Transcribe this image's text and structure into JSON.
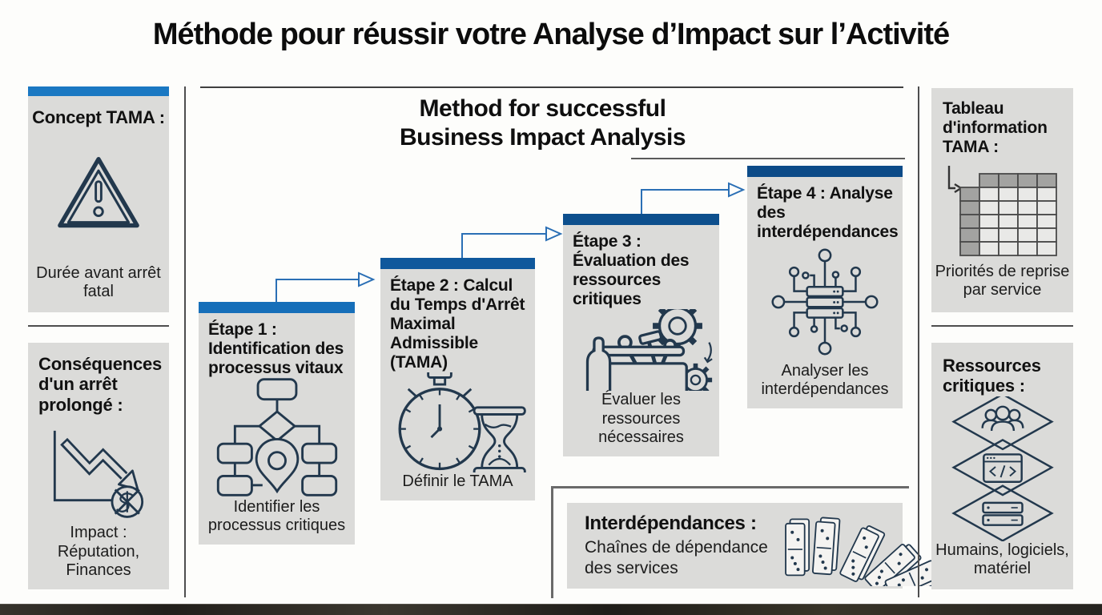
{
  "title": "Méthode pour réussir votre Analyse d’Impact sur l’Activité",
  "colors": {
    "background": "#fdfdfb",
    "panel_gray": "#dbdbd9",
    "accent_bar_blue": "#1a78c2",
    "step1_bar_blue": "#166fb9",
    "step2_bar_blue": "#0f589c",
    "step3_bar_blue": "#0d4f8d",
    "step4_bar_blue": "#0c4b88",
    "arrow_blue": "#2a6fb5",
    "icon_ink": "#22384d",
    "divider_gray": "#4e4e4e",
    "text_dark": "#141414"
  },
  "left": {
    "concept": {
      "heading": "Concept TAMA :",
      "icon": "warning-triangle-icon",
      "caption": "Durée avant arrêt fatal"
    },
    "consequences": {
      "heading": "Conséquences d'un arrêt prolongé :",
      "icon": "declining-chart-icon",
      "caption": "Impact : Réputation, Finances"
    }
  },
  "center": {
    "heading": "Method for successful\nBusiness Impact Analysis",
    "steps": [
      {
        "title": "Étape 1 : Identification des processus vitaux",
        "icon": "flowchart-pin-icon",
        "caption": "Identifier les processus critiques"
      },
      {
        "title": "Étape 2 : Calcul du Temps d'Arrêt Maximal Admissible (TAMA)",
        "icon": "stopwatch-hourglass-icon",
        "caption": "Définir le TAMA"
      },
      {
        "title": "Étape 3 : Évaluation des ressources critiques",
        "icon": "toolbox-gears-icon",
        "caption": "Évaluer les ressources nécessaires"
      },
      {
        "title": "Étape 4 : Analyse des interdépendances",
        "icon": "network-server-icon",
        "caption": "Analyser les interdépendances"
      }
    ],
    "interdependencies": {
      "heading": "Interdépendances :",
      "description": "Chaînes de dépendance des services",
      "icon": "dominoes-icon"
    }
  },
  "right": {
    "table": {
      "heading": "Tableau d'information TAMA :",
      "icon": "tama-table-icon",
      "caption": "Priorités de reprise par service"
    },
    "resources": {
      "heading": "Ressources critiques :",
      "icon": "layered-resources-icon",
      "caption": "Humains, logiciels, matériel"
    }
  }
}
